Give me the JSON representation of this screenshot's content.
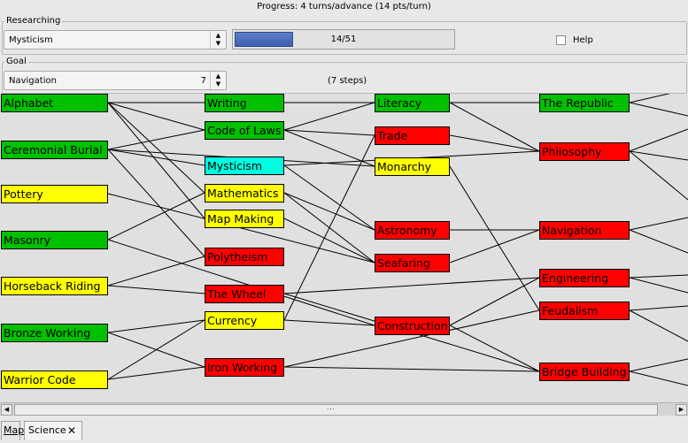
{
  "window": {
    "title": "Progress: 4 turns/advance (14 pts/turn)"
  },
  "researching": {
    "label": "Researching",
    "selected": "Mysticism",
    "progress": {
      "text": "14/51",
      "fraction": 0.2745
    }
  },
  "help": {
    "label": "Help",
    "checked": false
  },
  "goal": {
    "label": "Goal",
    "selected": "Navigation",
    "steps_count": "7",
    "steps_text": "(7 steps)"
  },
  "tree": {
    "colors": {
      "green": "#00c000",
      "red": "#ff0000",
      "yellow": "#ffff00",
      "cyan": "#00ffe0"
    },
    "nodes": [
      {
        "id": "alphabet",
        "label": "Alphabet",
        "status": "known"
      },
      {
        "id": "ceremonial",
        "label": "Ceremonial Burial",
        "status": "known"
      },
      {
        "id": "pottery",
        "label": "Pottery",
        "status": "reachable"
      },
      {
        "id": "masonry",
        "label": "Masonry",
        "status": "known"
      },
      {
        "id": "horseback",
        "label": "Horseback Riding",
        "status": "reachable"
      },
      {
        "id": "bronze",
        "label": "Bronze Working",
        "status": "known"
      },
      {
        "id": "warrior",
        "label": "Warrior Code",
        "status": "reachable"
      },
      {
        "id": "writing",
        "label": "Writing",
        "status": "known"
      },
      {
        "id": "codeoflaws",
        "label": "Code of Laws",
        "status": "known"
      },
      {
        "id": "mysticism",
        "label": "Mysticism",
        "status": "researching"
      },
      {
        "id": "mathematics",
        "label": "Mathematics",
        "status": "reachable"
      },
      {
        "id": "mapmaking",
        "label": "Map Making",
        "status": "reachable"
      },
      {
        "id": "polytheism",
        "label": "Polytheism",
        "status": "unknown"
      },
      {
        "id": "wheel",
        "label": "The Wheel",
        "status": "unknown"
      },
      {
        "id": "currency",
        "label": "Currency",
        "status": "reachable"
      },
      {
        "id": "ironworking",
        "label": "Iron Working",
        "status": "unknown"
      },
      {
        "id": "literacy",
        "label": "Literacy",
        "status": "known"
      },
      {
        "id": "trade",
        "label": "Trade",
        "status": "unknown"
      },
      {
        "id": "monarchy",
        "label": "Monarchy",
        "status": "reachable"
      },
      {
        "id": "astronomy",
        "label": "Astronomy",
        "status": "unknown"
      },
      {
        "id": "seafaring",
        "label": "Seafaring",
        "status": "unknown"
      },
      {
        "id": "construction",
        "label": "Construction",
        "status": "unknown"
      },
      {
        "id": "republic",
        "label": "The Republic",
        "status": "known"
      },
      {
        "id": "philosophy",
        "label": "Philosophy",
        "status": "unknown"
      },
      {
        "id": "navigation",
        "label": "Navigation",
        "status": "unknown"
      },
      {
        "id": "engineering",
        "label": "Engineering",
        "status": "unknown"
      },
      {
        "id": "feudalism",
        "label": "Feudalism",
        "status": "unknown"
      },
      {
        "id": "bridgebuilding",
        "label": "Bridge Building",
        "status": "unknown"
      }
    ],
    "edges": [
      [
        "alphabet",
        "writing"
      ],
      [
        "alphabet",
        "codeoflaws"
      ],
      [
        "alphabet",
        "mathematics"
      ],
      [
        "alphabet",
        "mapmaking"
      ],
      [
        "ceremonial",
        "mysticism"
      ],
      [
        "ceremonial",
        "codeoflaws"
      ],
      [
        "ceremonial",
        "monarchy"
      ],
      [
        "ceremonial",
        "polytheism"
      ],
      [
        "pottery",
        "seafaring"
      ],
      [
        "masonry",
        "mathematics"
      ],
      [
        "masonry",
        "construction"
      ],
      [
        "horseback",
        "polytheism"
      ],
      [
        "horseback",
        "wheel"
      ],
      [
        "bronze",
        "currency"
      ],
      [
        "warrior",
        "ironworking"
      ],
      [
        "warrior",
        "currency"
      ],
      [
        "bronze",
        "ironworking"
      ],
      [
        "writing",
        "literacy"
      ],
      [
        "codeoflaws",
        "literacy"
      ],
      [
        "codeoflaws",
        "monarchy"
      ],
      [
        "codeoflaws",
        "trade"
      ],
      [
        "mysticism",
        "astronomy"
      ],
      [
        "mysticism",
        "philosophy"
      ],
      [
        "mathematics",
        "astronomy"
      ],
      [
        "mapmaking",
        "seafaring"
      ],
      [
        "mathematics",
        "seafaring"
      ],
      [
        "currency",
        "construction"
      ],
      [
        "currency",
        "trade"
      ],
      [
        "wheel",
        "bridgebuilding"
      ],
      [
        "ironworking",
        "bridgebuilding"
      ],
      [
        "literacy",
        "republic"
      ],
      [
        "literacy",
        "philosophy"
      ],
      [
        "trade",
        "philosophy"
      ],
      [
        "astronomy",
        "navigation"
      ],
      [
        "seafaring",
        "navigation"
      ],
      [
        "monarchy",
        "feudalism"
      ],
      [
        "construction",
        "engineering"
      ],
      [
        "construction",
        "bridgebuilding"
      ],
      [
        "wheel",
        "engineering"
      ],
      [
        "ironworking",
        "feudalism"
      ]
    ]
  },
  "tabs": [
    {
      "label": "Map",
      "active": false,
      "closable": false
    },
    {
      "label": "Science",
      "active": true,
      "closable": true
    }
  ],
  "icons": {
    "spin": "spin-arrows-icon",
    "close": "close-icon",
    "scroll_left": "arrow-left-icon",
    "scroll_right": "arrow-right-icon"
  }
}
